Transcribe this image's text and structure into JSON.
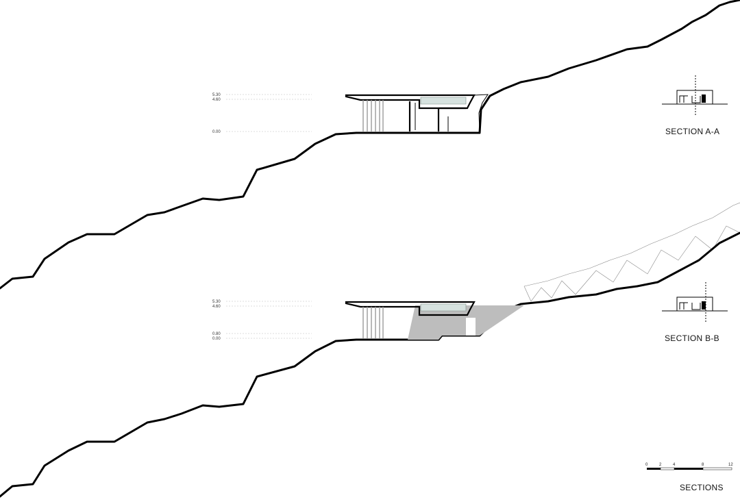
{
  "section_a": {
    "title": "SECTION A-A",
    "levels": [
      "5.30",
      "4.60",
      "0.00"
    ]
  },
  "section_b": {
    "title": "SECTION B-B",
    "levels": [
      "5.30",
      "4.60",
      "0.80",
      "0.00"
    ]
  },
  "scale_bar": {
    "ticks": [
      "0",
      "2",
      "4",
      "8",
      "12"
    ]
  },
  "sheet_title": "SECTIONS"
}
